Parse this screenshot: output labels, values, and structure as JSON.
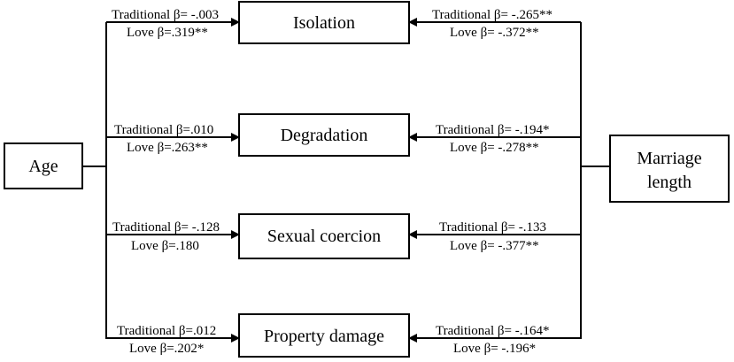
{
  "predictors": {
    "age": "Age",
    "marriage_length_line1": "Marriage",
    "marriage_length_line2": "length"
  },
  "outcomes": [
    {
      "label": "Isolation",
      "age_traditional": "Traditional β= -.003",
      "age_love": "Love β=.319**",
      "marriage_traditional": "Traditional β= -.265**",
      "marriage_love": "Love β= -.372**"
    },
    {
      "label": "Degradation",
      "age_traditional": "Traditional β=.010",
      "age_love": "Love β=.263**",
      "marriage_traditional": "Traditional β= -.194*",
      "marriage_love": "Love β= -.278**"
    },
    {
      "label": "Sexual coercion",
      "age_traditional": "Traditional β= -.128",
      "age_love": "Love β=.180",
      "marriage_traditional": "Traditional β= -.133",
      "marriage_love": "Love β= -.377**"
    },
    {
      "label": "Property damage",
      "age_traditional": "Traditional β=.012",
      "age_love": "Love β=.202*",
      "marriage_traditional": "Traditional β= -.164*",
      "marriage_love": "Love β= -.196*"
    }
  ]
}
